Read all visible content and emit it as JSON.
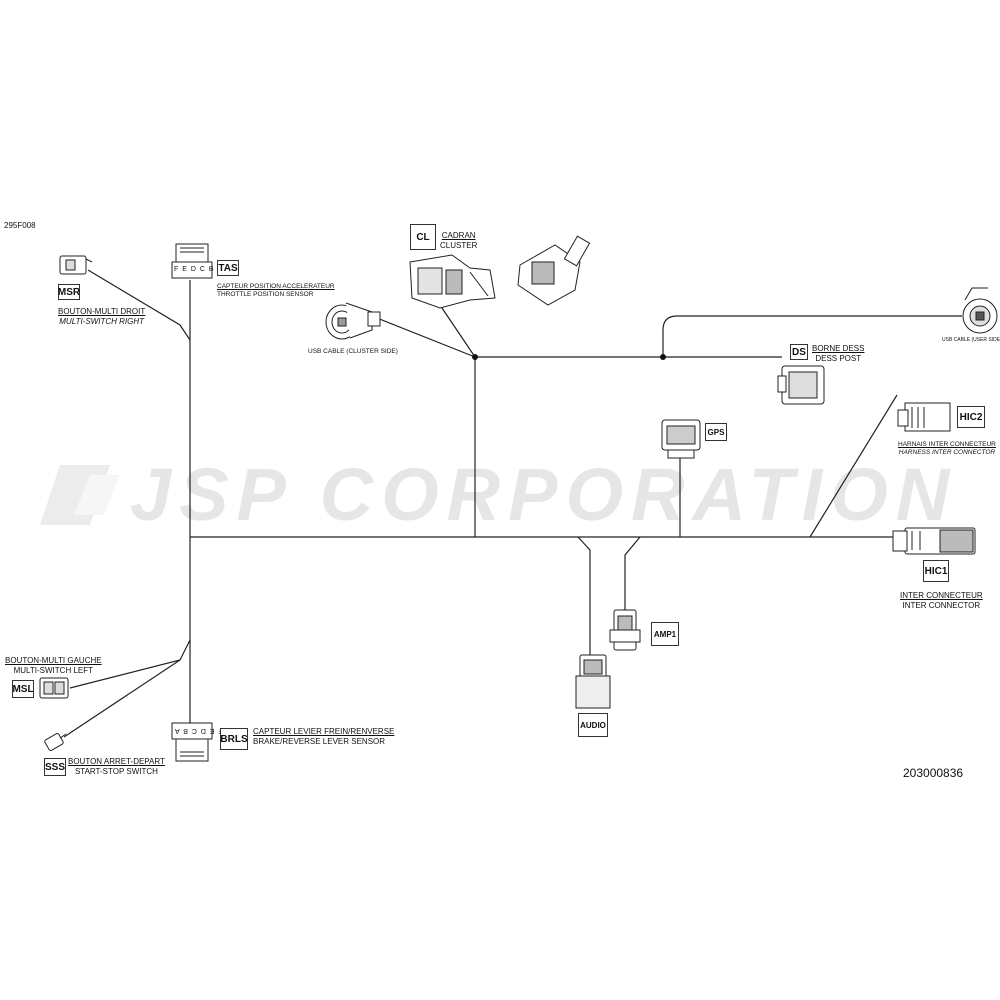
{
  "figure_code": "295F008",
  "part_number": "203000836",
  "watermark": "JSP CORPORATION",
  "pin_letters": "F E D C B A",
  "connectors": {
    "msr": {
      "code": "MSR",
      "fr": "BOUTON-MULTI DROIT",
      "en": "MULTI-SWITCH RIGHT"
    },
    "tas": {
      "code": "TAS",
      "fr": "CAPTEUR POSITION ACCELERATEUR",
      "en": "THROTTLE POSITION SENSOR"
    },
    "usb_cluster": {
      "en": "USB CABLE (CLUSTER SIDE)"
    },
    "cl": {
      "code": "CL",
      "fr": "CADRAN",
      "en": "CLUSTER"
    },
    "usb_user": {
      "en": "USB CABLE (USER SIDE)"
    },
    "ds": {
      "code": "DS",
      "fr": "BORNE DESS",
      "en": "DESS POST"
    },
    "gps": {
      "code": "GPS"
    },
    "hic2": {
      "code": "HIC2",
      "fr": "HARNAIS INTER CONNECTEUR",
      "en": "HARNESS INTER CONNECTOR"
    },
    "hic1": {
      "code": "HIC1",
      "fr": "INTER CONNECTEUR",
      "en": "INTER CONNECTOR"
    },
    "amp1": {
      "code": "AMP1"
    },
    "audio": {
      "code": "AUDIO"
    },
    "msl": {
      "code": "MSL",
      "fr": "BOUTON-MULTI GAUCHE",
      "en": "MULTI-SWITCH LEFT"
    },
    "sss": {
      "code": "SSS",
      "fr": "BOUTON ARRET-DEPART",
      "en": "START-STOP SWITCH"
    },
    "brls": {
      "code": "BRLS",
      "fr": "CAPTEUR LEVIER FREIN/RENVERSE",
      "en": "BRAKE/REVERSE LEVER SENSOR"
    }
  }
}
